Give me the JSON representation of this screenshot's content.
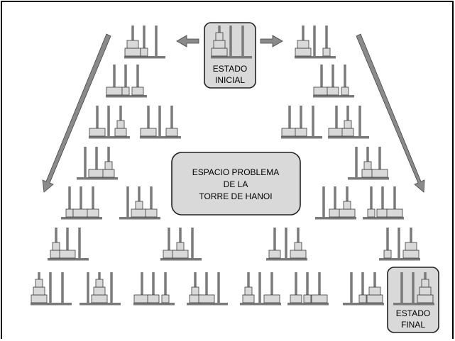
{
  "labels": {
    "initial": [
      "ESTADO",
      "INICIAL"
    ],
    "final": [
      "ESTADO",
      "FINAL"
    ],
    "center": [
      "ESPACIO PROBLEMA",
      "DE LA",
      "TORRE DE HANOI"
    ]
  },
  "colors": {
    "frame": "#000000",
    "base": "#7a7a7a",
    "peg": "#7a7a7a",
    "disk_fill": "#d9d9d9",
    "disk_stroke": "#3a3a3a",
    "label_fill": "#d9d9d9",
    "arrow_fill": "#8a8a8a"
  },
  "states": [
    {
      "id": "initial",
      "pegs": [
        [
          3,
          2,
          1
        ],
        [],
        []
      ]
    },
    {
      "id": "l1",
      "pegs": [
        [
          3,
          2
        ],
        [
          1
        ],
        []
      ]
    },
    {
      "id": "r1",
      "pegs": [
        [
          3,
          2
        ],
        [],
        [
          1
        ]
      ]
    },
    {
      "id": "l2",
      "pegs": [
        [
          3
        ],
        [
          1
        ],
        [
          2
        ]
      ]
    },
    {
      "id": "r2",
      "pegs": [
        [
          3
        ],
        [
          2
        ],
        [
          1
        ]
      ]
    },
    {
      "id": "l3a",
      "pegs": [
        [
          3
        ],
        [],
        [
          2,
          1
        ]
      ]
    },
    {
      "id": "l3b",
      "pegs": [
        [
          3
        ],
        [],
        [
          2
        ]
      ]
    },
    {
      "id": "r3a",
      "pegs": [
        [
          3
        ],
        [
          2
        ],
        []
      ]
    },
    {
      "id": "r3b",
      "pegs": [
        [
          3
        ],
        [
          2,
          1
        ],
        []
      ]
    },
    {
      "id": "l4",
      "pegs": [
        [],
        [
          3
        ],
        [
          2,
          1
        ]
      ]
    },
    {
      "id": "r4",
      "pegs": [
        [],
        [
          2,
          1
        ],
        [
          3
        ]
      ]
    },
    {
      "id": "l5a",
      "pegs": [
        [
          1
        ],
        [
          3
        ],
        [
          2
        ]
      ]
    },
    {
      "id": "l5b",
      "pegs": [
        [],
        [
          3,
          1
        ],
        [
          2
        ]
      ]
    },
    {
      "id": "r5a",
      "pegs": [
        [],
        [
          2
        ],
        [
          3,
          1
        ]
      ]
    },
    {
      "id": "r5b",
      "pegs": [
        [
          1
        ],
        [
          2
        ],
        [
          3
        ]
      ]
    },
    {
      "id": "l6",
      "pegs": [
        [
          2,
          1
        ],
        [
          3
        ],
        []
      ]
    },
    {
      "id": "m6a",
      "pegs": [
        [
          2
        ],
        [
          3,
          1
        ],
        []
      ]
    },
    {
      "id": "m6b",
      "pegs": [
        [
          2
        ],
        [],
        [
          3,
          1
        ]
      ]
    },
    {
      "id": "r6",
      "pegs": [
        [
          1
        ],
        [],
        [
          3,
          2
        ]
      ]
    },
    {
      "id": "b1",
      "pegs": [
        [
          3,
          2,
          1
        ],
        [],
        []
      ]
    },
    {
      "id": "b2",
      "pegs": [
        [],
        [
          3,
          2,
          1
        ],
        []
      ]
    },
    {
      "id": "b3",
      "pegs": [
        [
          3
        ],
        [
          2
        ],
        [
          1
        ]
      ]
    },
    {
      "id": "b4",
      "pegs": [
        [
          2,
          1
        ],
        [
          3
        ],
        []
      ]
    },
    {
      "id": "b5",
      "pegs": [
        [
          2,
          1
        ],
        [],
        [
          3
        ]
      ]
    },
    {
      "id": "b6",
      "pegs": [
        [
          2
        ],
        [
          1
        ],
        [
          3
        ]
      ]
    },
    {
      "id": "b7",
      "pegs": [
        [],
        [
          1
        ],
        [
          3,
          2
        ]
      ]
    },
    {
      "id": "final",
      "pegs": [
        [],
        [],
        [
          3,
          2,
          1
        ]
      ]
    }
  ]
}
